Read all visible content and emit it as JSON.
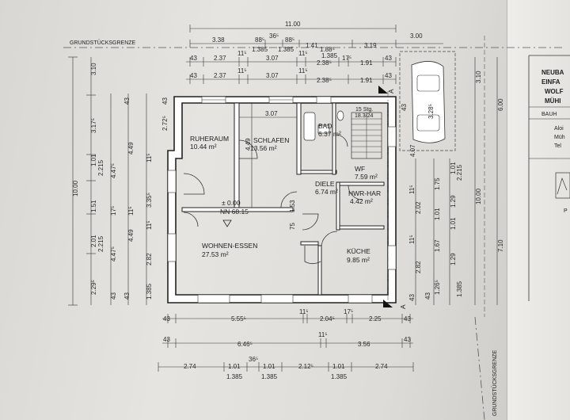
{
  "boundary": {
    "top": "GRUNDSTÜCKSGRENZE",
    "right": "GRUNDSTÜCKSGRENZE"
  },
  "rooms": [
    {
      "name": "RUHERAUM",
      "area": "10.44 m²"
    },
    {
      "name": "SCHLAFEN",
      "area": "13.56 m²"
    },
    {
      "name": "BAD",
      "area": "6.37 m²"
    },
    {
      "name": "DIELE",
      "area": "6.74 m²"
    },
    {
      "name": "WF",
      "area": "7.59 m²"
    },
    {
      "name": "HWR-HAR",
      "area": "4.42 m²"
    },
    {
      "name": "WOHNEN-ESSEN",
      "area": "27.53 m²"
    },
    {
      "name": "KÜCHE",
      "area": "9.85 m²"
    }
  ],
  "level": {
    "line1": "± 0.00",
    "line2": "NN 68.15"
  },
  "stairs": {
    "line1": "15 Stg.",
    "line2": "18.3/24"
  },
  "section": "A",
  "dims": {
    "top": {
      "overall": "11.00",
      "row1": [
        "3.38",
        "36⁵",
        "88⁵",
        "88⁵",
        "1.41",
        "3.19"
      ],
      "row1b": [
        "1.385",
        "1.385",
        "1.88⁵",
        "1.385"
      ],
      "row2": [
        "43",
        "2.37",
        "11⁵",
        "3.07",
        "11⁵",
        "2.38⁵",
        "17⁵",
        "1.91",
        "43"
      ],
      "row3": [
        "43",
        "2.37",
        "11⁵",
        "3.07",
        "11⁵",
        "2.38⁵",
        "1.91",
        "43"
      ],
      "right_offset": "3.00"
    },
    "inner": {
      "schlafen_w": "3.07",
      "schlafen_h": "4.49",
      "car": "3.28⁵",
      "car_side": "4.07",
      "car_side2": "43"
    },
    "left": {
      "total": "10.00",
      "a": [
        "3.10",
        "3.17⁵",
        "1.01",
        "2.215",
        "1.51",
        "2.01",
        "2.215",
        "2.29⁵"
      ],
      "b": [
        "43",
        "4.47⁵",
        "17⁵",
        "4.47⁵",
        "43"
      ],
      "c": [
        "43",
        "4.49",
        "11⁵",
        "4.49",
        "43"
      ],
      "d": [
        "43",
        "2.72⁵",
        "11⁵",
        "3.35⁵",
        "11⁵",
        "2.82",
        "1.385"
      ]
    },
    "right": {
      "total": "10.00",
      "outer": "7.10",
      "top": "3.10",
      "top2": "6.00",
      "a": [
        "11⁵",
        "2.02",
        "11⁵",
        "2.82",
        "43"
      ],
      "b": [
        "1.75",
        "1.01",
        "1.67",
        "1.26⁵"
      ],
      "c": [
        "1.01",
        "2.215",
        "1.29",
        "1.01",
        "1.29",
        "1.385"
      ],
      "d": [
        "43"
      ]
    },
    "bottom": {
      "row1": [
        "43",
        "5.55⁵",
        "11⁵",
        "2.04⁵",
        "17⁵",
        "2.25",
        "43"
      ],
      "row2": [
        "43",
        "6.46⁵",
        "11⁵",
        "3.56",
        "43"
      ],
      "row3": [
        "2.74",
        "1.01",
        "1.385",
        "36⁵",
        "1.01",
        "1.385",
        "2.12⁵",
        "1.01",
        "1.385",
        "2.74"
      ]
    },
    "misc": [
      "1.53",
      "75",
      "43"
    ]
  },
  "title_block": {
    "lines": [
      "NEUBA",
      "EINFA",
      "WOLF",
      "MÜHI"
    ],
    "bauh": "BAUH",
    "owner": [
      "Aloi",
      "Müh",
      "Tel"
    ],
    "p": "P"
  }
}
